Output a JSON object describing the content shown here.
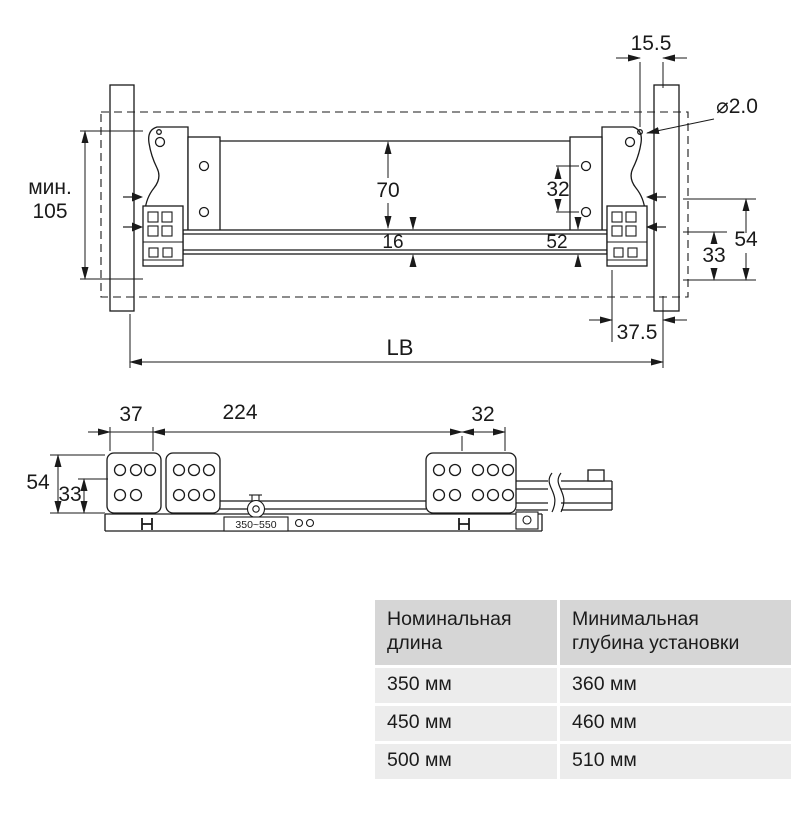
{
  "front_view": {
    "dim_15_5": "15.5",
    "hole_diameter": "⌀2.0",
    "min_depth_label": "мин.",
    "min_depth_value": "105",
    "dim_70": "70",
    "dim_32": "32",
    "dim_16": "16",
    "dim_52": "52",
    "dim_54": "54",
    "dim_33": "33",
    "dim_37_5": "37.5",
    "dim_lb": "LB"
  },
  "side_view": {
    "dim_37": "37",
    "dim_224": "224",
    "dim_32": "32",
    "dim_54": "54",
    "dim_33": "33",
    "rail_label": "350~550"
  },
  "table": {
    "headers": [
      "Номинальная\nдлина",
      "Минимальная\nглубина установки"
    ],
    "rows": [
      [
        "350 мм",
        "360 мм"
      ],
      [
        "450 мм",
        "460 мм"
      ],
      [
        "500 мм",
        "510 мм"
      ]
    ]
  },
  "colors": {
    "line": "#1a1a1a",
    "table_header_bg": "#d6d6d6",
    "table_row_bg": "#ececec",
    "background": "#ffffff"
  }
}
